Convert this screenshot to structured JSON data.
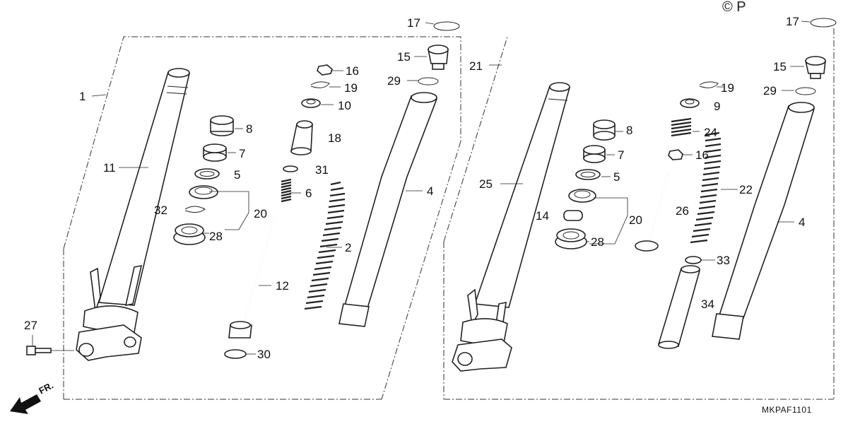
{
  "copyright": "© P",
  "diagram_code": "MKPAF1101",
  "direction_label": "FR.",
  "callouts_left": [
    {
      "id": "left-1",
      "text": "1"
    },
    {
      "id": "left-2",
      "text": "2"
    },
    {
      "id": "left-4",
      "text": "4"
    },
    {
      "id": "left-5",
      "text": "5"
    },
    {
      "id": "left-6",
      "text": "6"
    },
    {
      "id": "left-7",
      "text": "7"
    },
    {
      "id": "left-8",
      "text": "8"
    },
    {
      "id": "left-10",
      "text": "10"
    },
    {
      "id": "left-11",
      "text": "11"
    },
    {
      "id": "left-12",
      "text": "12"
    },
    {
      "id": "left-15",
      "text": "15"
    },
    {
      "id": "left-16",
      "text": "16"
    },
    {
      "id": "left-17",
      "text": "17"
    },
    {
      "id": "left-18",
      "text": "18"
    },
    {
      "id": "left-19",
      "text": "19"
    },
    {
      "id": "left-20",
      "text": "20"
    },
    {
      "id": "left-27",
      "text": "27"
    },
    {
      "id": "left-28",
      "text": "28"
    },
    {
      "id": "left-29",
      "text": "29"
    },
    {
      "id": "left-30",
      "text": "30"
    },
    {
      "id": "left-31",
      "text": "31"
    },
    {
      "id": "left-32",
      "text": "32"
    }
  ],
  "callouts_right": [
    {
      "id": "right-4",
      "text": "4"
    },
    {
      "id": "right-5",
      "text": "5"
    },
    {
      "id": "right-7",
      "text": "7"
    },
    {
      "id": "right-8",
      "text": "8"
    },
    {
      "id": "right-9",
      "text": "9"
    },
    {
      "id": "right-14",
      "text": "14"
    },
    {
      "id": "right-15",
      "text": "15"
    },
    {
      "id": "right-16",
      "text": "16"
    },
    {
      "id": "right-17",
      "text": "17"
    },
    {
      "id": "right-19",
      "text": "19"
    },
    {
      "id": "right-20",
      "text": "20"
    },
    {
      "id": "right-21",
      "text": "21"
    },
    {
      "id": "right-22",
      "text": "22"
    },
    {
      "id": "right-24",
      "text": "24"
    },
    {
      "id": "right-25",
      "text": "25"
    },
    {
      "id": "right-26",
      "text": "26"
    },
    {
      "id": "right-28",
      "text": "28"
    },
    {
      "id": "right-29",
      "text": "29"
    },
    {
      "id": "right-33",
      "text": "33"
    },
    {
      "id": "right-34",
      "text": "34"
    }
  ]
}
